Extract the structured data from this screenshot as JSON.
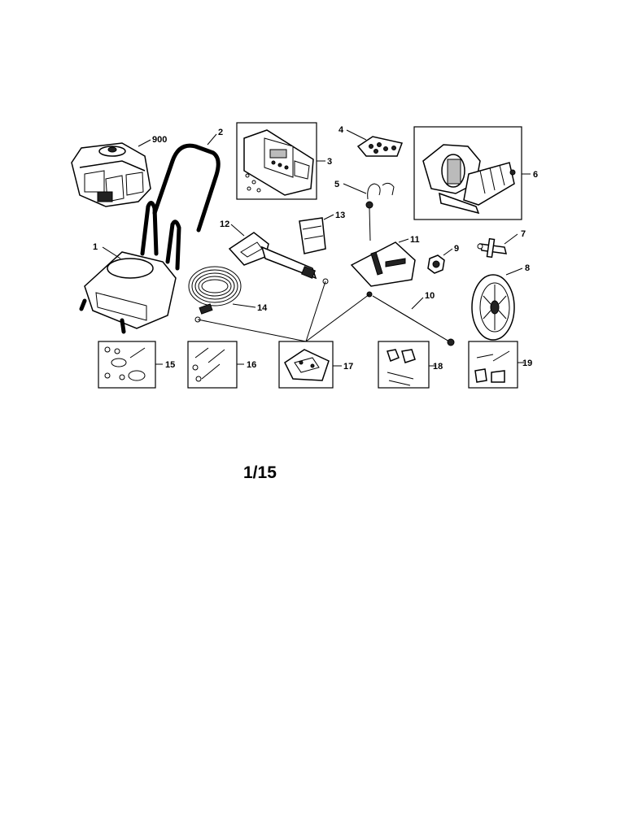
{
  "callouts": [
    "900",
    "2",
    "3",
    "4",
    "6",
    "5",
    "13",
    "12",
    "1",
    "11",
    "9",
    "7",
    "8",
    "10",
    "14",
    "15",
    "16",
    "17",
    "18",
    "19"
  ],
  "page_indicator": "1/15",
  "icons": [
    "engine",
    "handle",
    "control-panel",
    "nozzle-holder",
    "pump",
    "dipstick",
    "hose-hook",
    "spray-gun",
    "frame",
    "decal",
    "nut",
    "axle",
    "wheel",
    "lance",
    "high-pressure-hose",
    "hardware-kit"
  ]
}
